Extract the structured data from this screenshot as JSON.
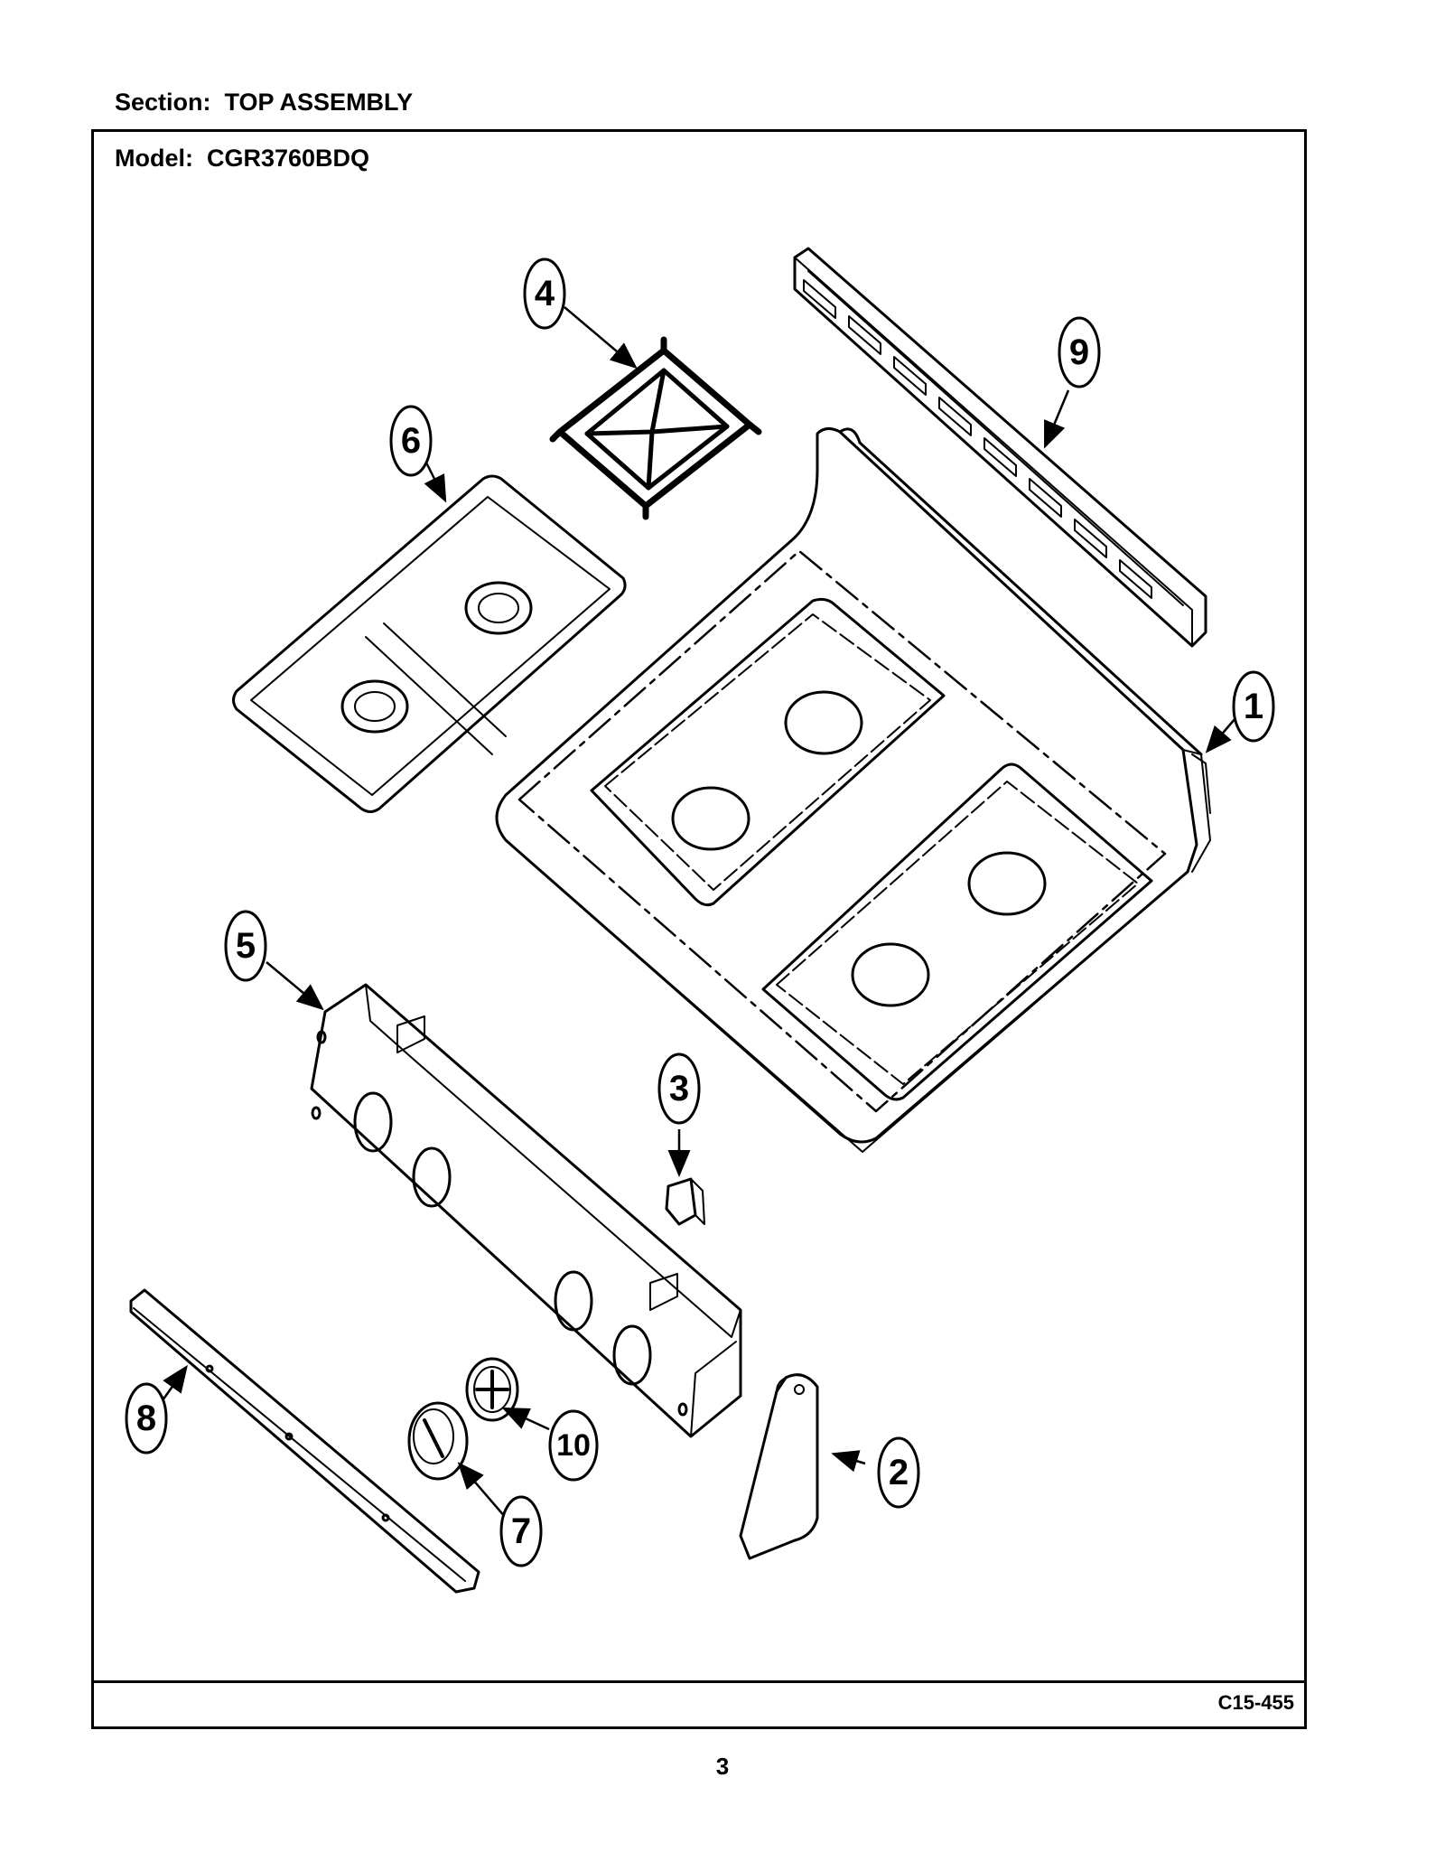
{
  "header": {
    "section": "Section:  TOP ASSEMBLY",
    "model": "Model:  CGR3760BDQ"
  },
  "footer": {
    "drawing_code": "C15-455",
    "page_number": "3"
  },
  "callouts": [
    {
      "number": "1"
    },
    {
      "number": "2"
    },
    {
      "number": "3"
    },
    {
      "number": "4"
    },
    {
      "number": "5"
    },
    {
      "number": "6"
    },
    {
      "number": "7"
    },
    {
      "number": "8"
    },
    {
      "number": "9"
    },
    {
      "number": "10"
    }
  ]
}
